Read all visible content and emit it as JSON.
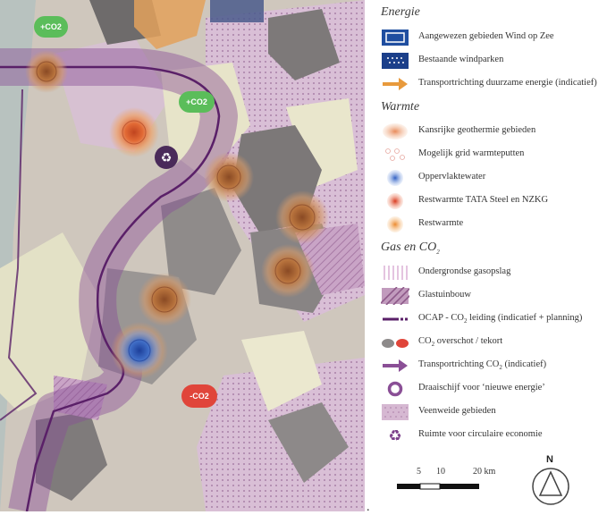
{
  "map": {
    "co2_badges": [
      "+CO2",
      "+CO2",
      "-CO2"
    ]
  },
  "legend": {
    "energie": {
      "title": "Energie",
      "items": [
        {
          "label": "Aangewezen gebieden Wind op Zee",
          "icon": "wind-zone-icon"
        },
        {
          "label": "Bestaande windparken",
          "icon": "windpark-icon"
        },
        {
          "label": "Transportrichting duurzame energie (indicatief)",
          "icon": "orange-arrow-icon"
        }
      ]
    },
    "warmte": {
      "title": "Warmte",
      "items": [
        {
          "label": "Kansrijke  geothermie gebieden",
          "icon": "geothermal-icon"
        },
        {
          "label": "Mogelijk grid warmteputten",
          "icon": "heat-grid-icon"
        },
        {
          "label": "Oppervlaktewater",
          "icon": "surface-water-icon"
        },
        {
          "label": "Restwarmte TATA Steel en NZKG",
          "icon": "residual-heat-tata-icon"
        },
        {
          "label": "Restwarmte",
          "icon": "residual-heat-icon"
        }
      ]
    },
    "gas": {
      "title_main": "Gas en CO",
      "title_sub": "2",
      "items": [
        {
          "label": "Ondergrondse gasopslag",
          "icon": "gas-storage-icon"
        },
        {
          "label": "Glastuinbouw",
          "icon": "greenhouse-icon"
        },
        {
          "label_main": "OCAP - CO",
          "label_sub": "2",
          "label_rest": " leiding (indicatief + planning)",
          "icon": "ocap-pipeline-icon"
        },
        {
          "label_main": "CO",
          "label_sub": "2",
          "label_rest": " overschot / tekort",
          "icon": "co2-balance-icon"
        },
        {
          "label_main": "Transportrichting CO",
          "label_sub": "2",
          "label_rest": " (indicatief)",
          "icon": "purple-arrow-icon"
        },
        {
          "label": "Draaischijf voor ‘nieuwe energie’",
          "icon": "hub-ring-icon"
        },
        {
          "label": "Veenweide gebieden",
          "icon": "peat-meadow-icon"
        },
        {
          "label": "Ruimte voor circulaire economie",
          "icon": "recycle-icon"
        }
      ]
    }
  },
  "scale_bar": {
    "ticks": [
      "5",
      "10",
      "20 km"
    ]
  },
  "north_arrow": {
    "label": "N"
  },
  "colors": {
    "purple": "#8a4f96",
    "orange": "#e89a3c",
    "blue": "#1f4ea0",
    "red": "#e0453a",
    "green": "#5bbd5a",
    "peat": "#d6b8d2"
  }
}
